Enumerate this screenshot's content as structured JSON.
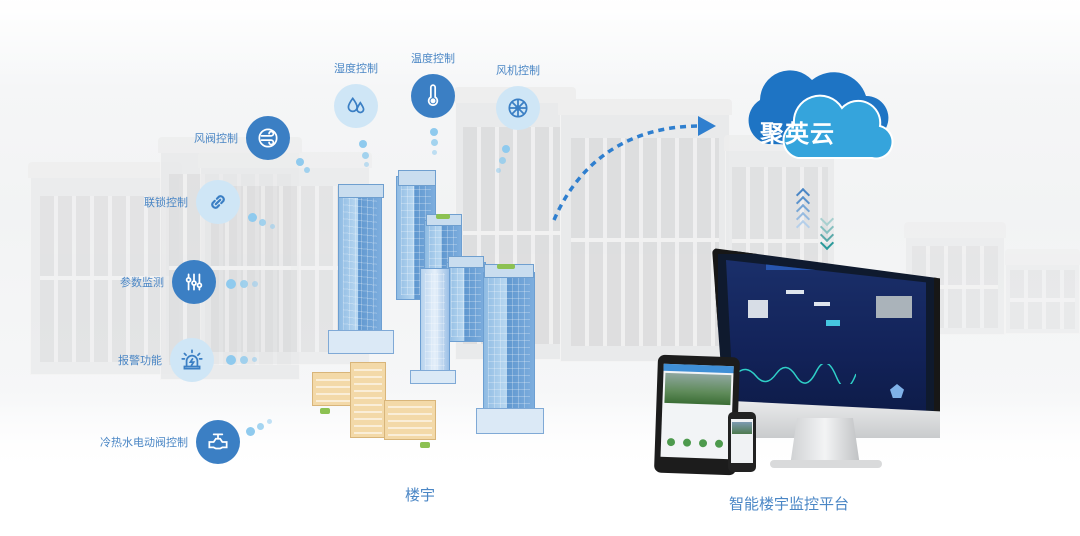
{
  "features": {
    "damper": {
      "label": "风阀控制",
      "icon": "air-damper-icon"
    },
    "interlock": {
      "label": "联锁控制",
      "icon": "chain-link-icon"
    },
    "params": {
      "label": "参数监测",
      "icon": "sliders-icon"
    },
    "alarm": {
      "label": "报警功能",
      "icon": "alarm-beacon-icon"
    },
    "valve": {
      "label": "冷热水电动阀控制",
      "icon": "pipe-valve-icon"
    },
    "humidity": {
      "label": "湿度控制",
      "icon": "water-drops-icon"
    },
    "temperature": {
      "label": "温度控制",
      "icon": "thermometer-icon"
    },
    "fan": {
      "label": "风机控制",
      "icon": "fan-icon"
    }
  },
  "cloud": {
    "label": "聚英云",
    "icon": "cloud-icon"
  },
  "captions": {
    "buildings": "楼宇",
    "platform": "智能楼宇监控平台"
  },
  "colors": {
    "accent_dark": "#3b7fc4",
    "accent_light": "#cfe6f6",
    "label_blue": "#4a86c5",
    "cloud_dark": "#1e74c4",
    "cloud_light": "#35a4dc",
    "arrow_up": "#4a86c5",
    "arrow_down": "#2b9a9a"
  }
}
